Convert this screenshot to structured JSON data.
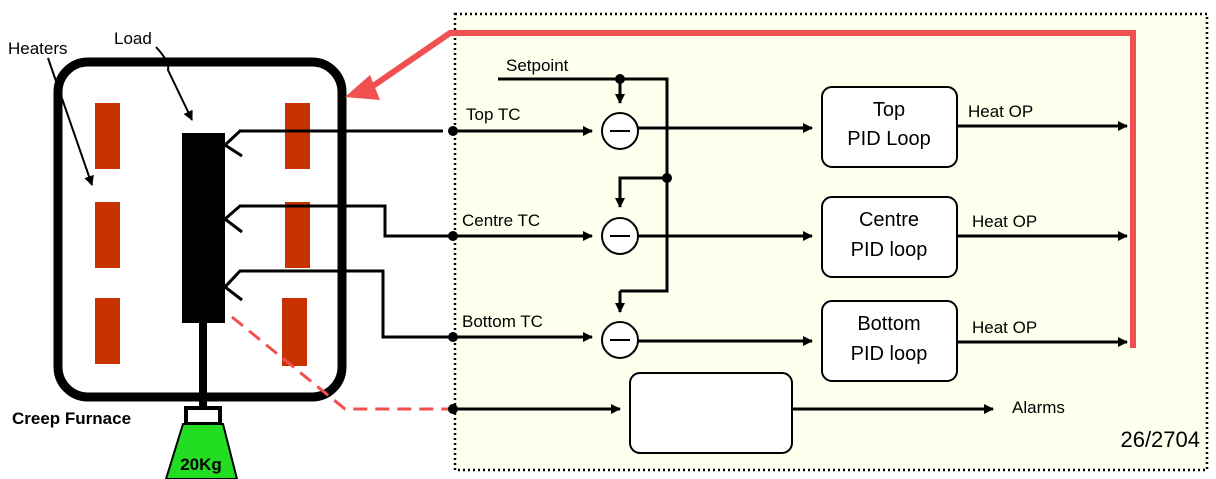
{
  "furnace": {
    "heaters_label": "Heaters",
    "load_label": "Load",
    "name": "Creep Furnace",
    "weight_label": "20Kg"
  },
  "controller": {
    "setpoint_label": "Setpoint",
    "id_label": "26/2704",
    "alarms_label": "Alarms",
    "loops": [
      {
        "input": "Top TC",
        "line1": "Top",
        "line2": "PID Loop",
        "output": "Heat OP"
      },
      {
        "input": "Centre TC",
        "line1": "Centre",
        "line2": "PID loop",
        "output": "Heat OP"
      },
      {
        "input": "Bottom TC",
        "line1": "Bottom",
        "line2": "PID loop",
        "output": "Heat OP"
      }
    ]
  },
  "colors": {
    "heater": "#C83200",
    "feedback": "#F05050",
    "panel_bg": "#FFFFEE",
    "weight": "#22DD22"
  }
}
